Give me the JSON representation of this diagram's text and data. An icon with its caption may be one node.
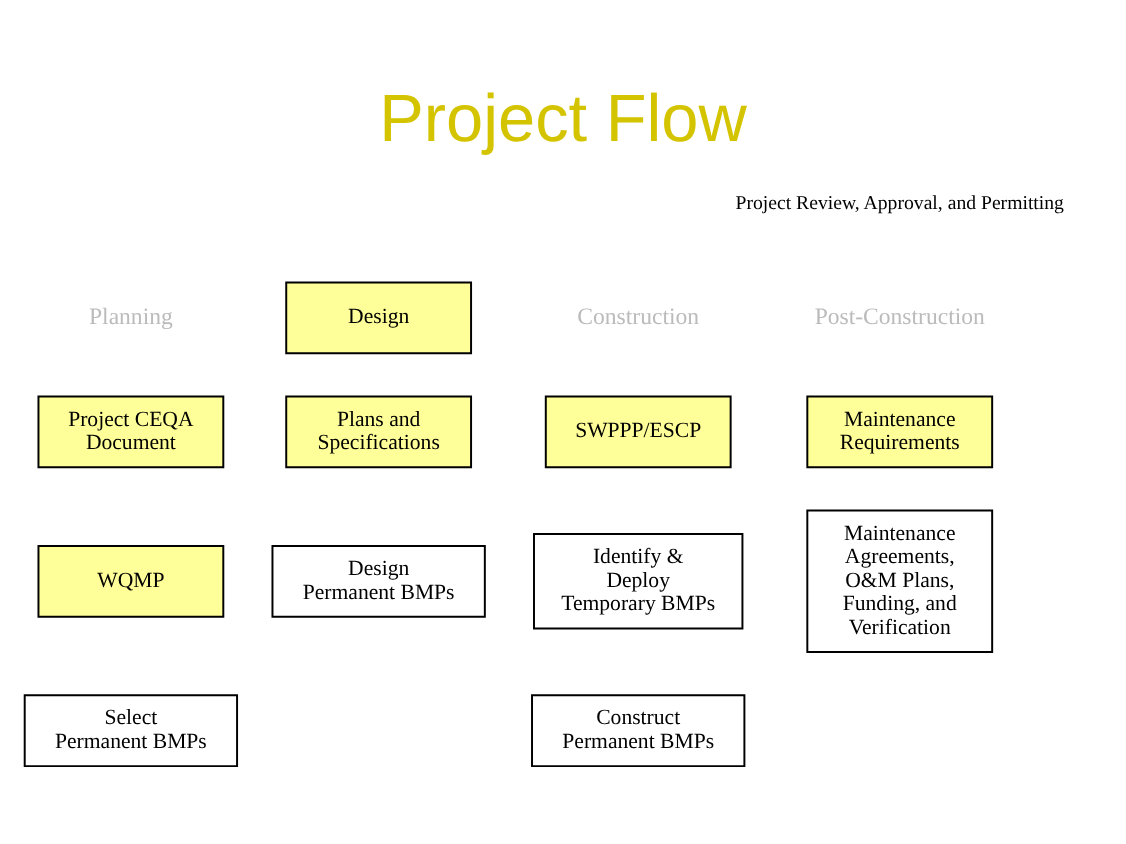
{
  "diagram": {
    "title": "Project Flow",
    "nodes": [
      {
        "text": [
          "Design"
        ]
      },
      {
        "text": [
          "Project CEQA Document"
        ]
      },
      {
        "text": [
          "WQMP"
        ]
      },
      {
        "text": [
          "Select Permanent BMPs"
        ]
      },
      {
        "text": [
          "Plans and Specifications"
        ]
      },
      {
        "text": [
          "Design Permanent BMPs"
        ]
      },
      {
        "text": [
          "SWPPP/ESCP"
        ]
      },
      {
        "text": [
          "Identify & Deploy Temporary BMPs"
        ]
      },
      {
        "text": [
          "Construct Permanent BMPs"
        ]
      },
      {
        "text": [
          "Maintenance Requirements"
        ]
      },
      {
        "text": [
          "Maintenance Agreements, O&M Plans, Funding, and Verification"
        ]
      }
    ],
    "edges": [],
    "labels": [
      "Project Review, Approval, and Permitting",
      "Planning",
      "Construction",
      "Post-Construction"
    ]
  }
}
